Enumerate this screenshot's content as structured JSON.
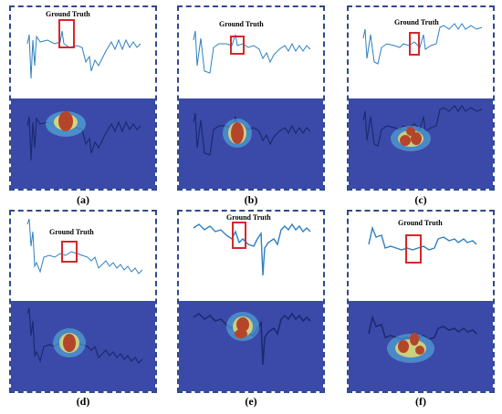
{
  "ground_truth_label": "Ground Truth",
  "panels": [
    {
      "id": "a",
      "caption": "(a)"
    },
    {
      "id": "b",
      "caption": "(b)"
    },
    {
      "id": "c",
      "caption": "(c)"
    },
    {
      "id": "d",
      "caption": "(d)"
    },
    {
      "id": "e",
      "caption": "(e)"
    },
    {
      "id": "f",
      "caption": "(f)"
    }
  ],
  "colors": {
    "border": "#2f4a8c",
    "signal": "#2f7fc1",
    "box": "#d62728",
    "heatmap_bg": "#3b4aa8",
    "hotspot": "#b5452a"
  }
}
